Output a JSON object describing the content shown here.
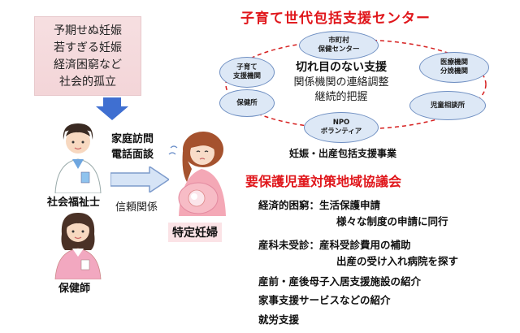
{
  "risk_factors": [
    "予期せぬ妊娠",
    "若すぎる妊娠",
    "経済困窮など",
    "社会的孤立"
  ],
  "people": {
    "social_worker": "社会福祉士",
    "public_health_nurse": "保健師",
    "pregnant_woman": "特定妊婦"
  },
  "approach": {
    "visit": "家庭訪問",
    "phone": "電話面談",
    "trust": "信頼関係"
  },
  "center": {
    "title": "子育て世代包括支援センター",
    "main": "切れ目のない支援",
    "sub1": "関係機関の連絡調整",
    "sub2": "継続的把握",
    "service": "妊娠・出産包括支援事業",
    "orgs": {
      "municipal": [
        "市町村",
        "保健センター"
      ],
      "childcare": [
        "子育て",
        "支援機関"
      ],
      "health": [
        "保健所"
      ],
      "medical": [
        "医療機関",
        "分娩機関"
      ],
      "child_guidance": [
        "児童相談所"
      ],
      "npo": [
        "NPO",
        "ボランティア"
      ]
    }
  },
  "council": {
    "title": "要保護児童対策地域協議会",
    "items": [
      {
        "label": "経済的困窮：",
        "lines": [
          "生活保護申請",
          "様々な制度の申請に同行"
        ]
      },
      {
        "label": "産科未受診：",
        "lines": [
          "産科受診費用の補助",
          "出産の受け入れ病院を探す"
        ]
      },
      {
        "label": "産前・産後母子入居支援施設の紹介",
        "lines": []
      },
      {
        "label": "家事支援サービスなどの紹介",
        "lines": []
      },
      {
        "label": "就労支援",
        "lines": []
      }
    ]
  },
  "colors": {
    "title_red": "#e0161b",
    "arrow_blue": "#3f6fd1",
    "oval_fill": "#dde8f6",
    "oval_border": "#6f8fc2",
    "dashed_ring": "#d61f1f",
    "risk_box_pink": "#f4d8db"
  }
}
